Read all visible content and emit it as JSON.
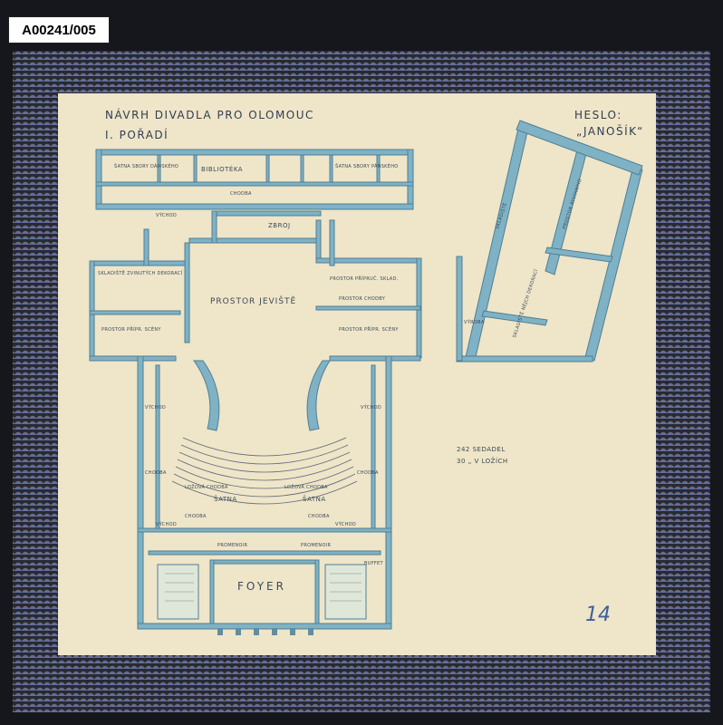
{
  "catalog_id": "A00241/005",
  "sheet": {
    "title": "NÁVRH DIVADLA PRO OLOMOUC",
    "subtitle": "I. POŘADÍ",
    "motto_label": "HESLO:",
    "motto": "„JANOŠÍK“",
    "seats_line1": "242  SEDADEL",
    "seats_line2": "30   „   V LOŽÍCH",
    "page_number": "14"
  },
  "rooms": {
    "satna_left": "ŠATNA SBORY DÁMSKÉHO",
    "satna_right": "ŠATNA SBORY PÁNSKÉHO",
    "knihovna": "BIBLIOTÉKA",
    "chodba_top": "CHODBA",
    "vychod_top": "VÝCHOD",
    "zbroj": "ZBROJ",
    "skladiste_left": "SKLADIŠTĚ ZVINUTÝCH DEKORACÍ",
    "prostor_pripr_left": "PROSTOR PŘÍPR. SCÉNY",
    "prostor_jeviste": "PROSTOR JEVIŠTĚ",
    "prostor_pripr_sklad": "PROSTOR PŘÍPRUČ. SKLAD.",
    "prostor_chodby": "PROSTOR CHODBY",
    "prostor_pripr_right": "PROSTOR PŘÍPR. SCÉNY",
    "vychod_left": "VÝCHOD",
    "vychod_right": "VÝCHOD",
    "chodba_left": "CHODBA",
    "chodba_right": "CHODBA",
    "lozova_chodba_left": "LOŽOVÁ CHODBA",
    "lozova_chodba_right": "LOŽOVÁ CHODBA",
    "satna_hall_left": "ŠATNA",
    "satna_hall_right": "ŠATNA",
    "chodba_low_left": "CHODBA",
    "chodba_low_right": "CHODBA",
    "vychod_low_left": "VÝCHOD",
    "vychod_low_right": "VÝCHOD",
    "promenoir_left": "PROMENOIR",
    "promenoir_right": "PROMENOIR",
    "foyer": "FOYER",
    "buffet": "BUFFET",
    "skladiste_right": "SKLADIŠTĚ",
    "prostor_rycniho": "PROSTOR RYVIANIHO",
    "skladiste_neych": "SKLADIŠTĚ NĚJCH DEKORACÍ",
    "vyroba": "VÝROBA"
  },
  "colors": {
    "wall": "#7fb2c4",
    "wall_edge": "#4f7f96",
    "ink": "#3a4a5a",
    "paper": "#efe5c8",
    "border_pattern": "#6a7cb0"
  }
}
